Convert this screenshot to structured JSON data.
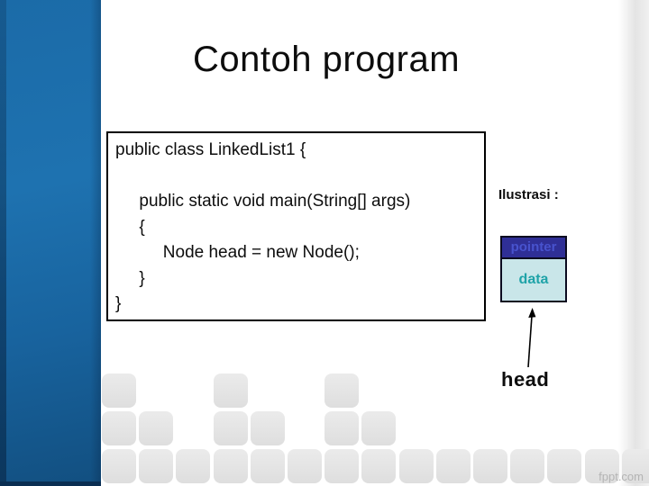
{
  "slide": {
    "title": "Contoh program",
    "code": "public class LinkedList1 {\n\n     public static void main(String[] args)\n     {\n          Node head = new Node();\n     }\n}",
    "illustration": {
      "label": "Ilustrasi :",
      "node": {
        "pointer_label": "pointer",
        "data_label": "data"
      },
      "head_label": "head"
    },
    "watermark": "fppt.com",
    "colors": {
      "sidebar_blue": "#1B6BA8",
      "sidebar_dark": "#0A2E52",
      "pointer_bg": "#2F2F96",
      "pointer_text": "#4853CE",
      "data_bg": "#C9E6E9",
      "data_text": "#1FA3A8",
      "square_gray": "#E4E4E4",
      "watermark_gray": "#B4B4B4"
    }
  }
}
